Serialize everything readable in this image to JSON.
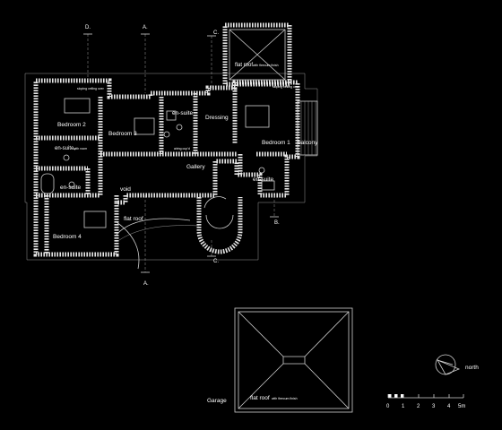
{
  "rooms": {
    "bedroom_2": "Bedroom 2",
    "bedroom_3": "Bedroom 3",
    "bedroom_1": "Bedroom 1",
    "bedroom_4": "Bedroom 4",
    "en_suite_main": "en-suite",
    "en_suite_b1": "en-suite",
    "en_suite_b4": "en-suite",
    "en_suite_b2": "en-suite,",
    "en_suite_b2_note": "with room",
    "dressing": "Dressing",
    "gallery": "Gallery",
    "void": "void",
    "balcony": "balcony",
    "airing_cupboard": "airing cup'd",
    "flat_roof_small": "flat roof",
    "sloping_ceiling_left": "sloping ceiling over",
    "sloping_ceiling_right": "sloping ceiling over"
  },
  "roofs": {
    "top_label": "flat roof",
    "top_note": "with fleecum finish",
    "garage_label": "flat roof",
    "garage_note": "with fleecum finish"
  },
  "garage": "Garage",
  "sections": {
    "D_top": "D.",
    "A_top": "A.",
    "C_top": "C.",
    "B_bottom": "B.",
    "C_bottom": "C.",
    "A_bottom": "A."
  },
  "north": "north",
  "scale_bar": {
    "ticks": [
      "0",
      "1",
      "2",
      "3",
      "4",
      "5m"
    ],
    "units": "m"
  }
}
